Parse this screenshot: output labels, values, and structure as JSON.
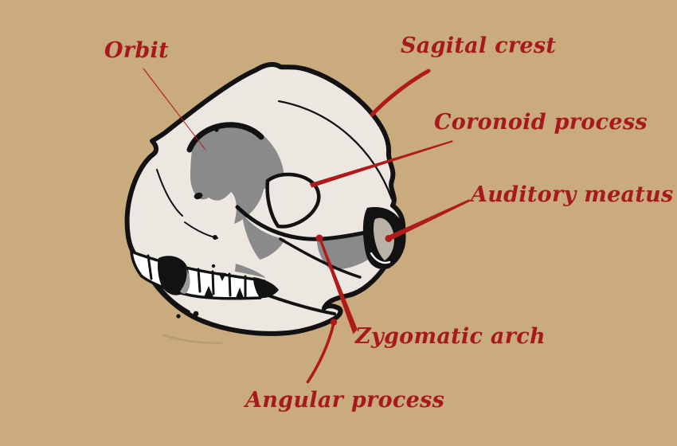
{
  "diagram": {
    "subject": "Animal skull, three-quarter anterolateral view, anatomical line diagram",
    "labels": [
      {
        "id": "orbit",
        "text": "Orbit"
      },
      {
        "id": "sagital-crest",
        "text": "Sagital crest"
      },
      {
        "id": "coronoid-process",
        "text": "Coronoid process"
      },
      {
        "id": "auditory-meatus",
        "text": "Auditory meatus"
      },
      {
        "id": "zygomatic-arch",
        "text": "Zygomatic arch"
      },
      {
        "id": "angular-process",
        "text": "Angular process"
      }
    ]
  },
  "colors": {
    "background": "#C9AB7D",
    "label_text": "#A6191C",
    "leader_line": "#B01A1A",
    "skull_fill": "#ECE7E0",
    "skull_outline": "#121212",
    "shadow_gray": "#8A8A8A",
    "teeth_white": "#FFFFFF"
  }
}
